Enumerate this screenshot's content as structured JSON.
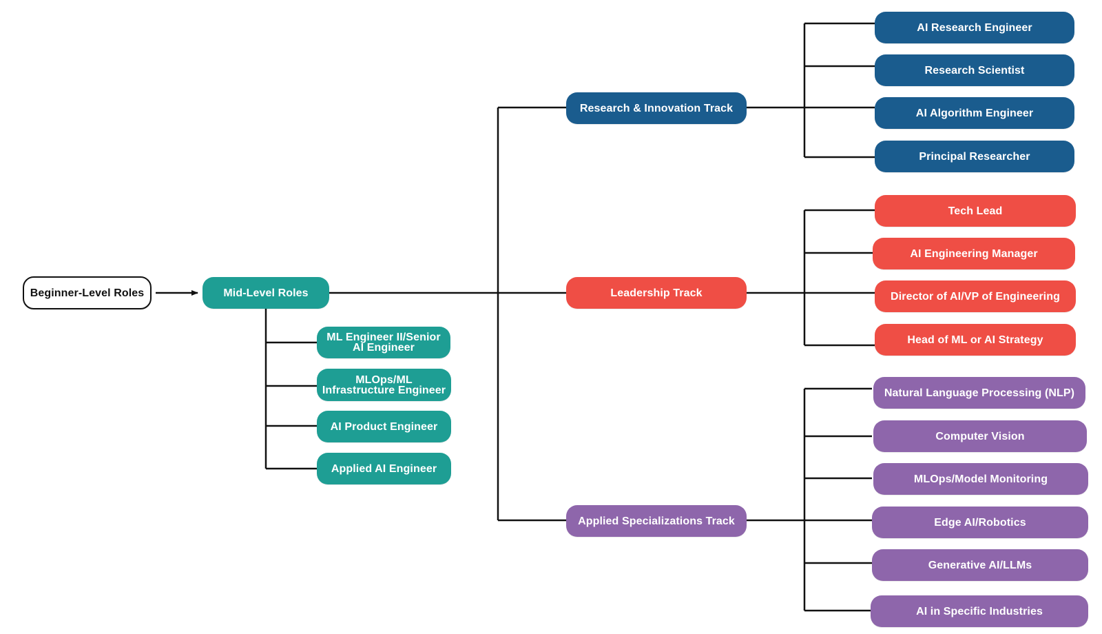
{
  "root": {
    "label": "Beginner-Level Roles"
  },
  "mid": {
    "label": "Mid-Level Roles",
    "children": [
      {
        "label": "ML Engineer II/Senior AI Engineer"
      },
      {
        "label": "MLOps/ML Infrastructure Engineer"
      },
      {
        "label": "AI Product Engineer"
      },
      {
        "label": "Applied AI Engineer"
      }
    ]
  },
  "tracks": [
    {
      "label": "Research & Innovation Track",
      "color": "#1a5c8e",
      "children": [
        {
          "label": "AI Research Engineer"
        },
        {
          "label": "Research Scientist"
        },
        {
          "label": "AI Algorithm Engineer"
        },
        {
          "label": "Principal Researcher"
        }
      ]
    },
    {
      "label": "Leadership Track",
      "color": "#ef4e45",
      "children": [
        {
          "label": "Tech Lead"
        },
        {
          "label": "AI Engineering Manager"
        },
        {
          "label": "Director of AI/VP of Engineering"
        },
        {
          "label": "Head of ML or AI Strategy"
        }
      ]
    },
    {
      "label": "Applied Specializations Track",
      "color": "#8e66ab",
      "children": [
        {
          "label": "Natural Language Processing (NLP)"
        },
        {
          "label": "Computer Vision"
        },
        {
          "label": "MLOps/Model Monitoring"
        },
        {
          "label": "Edge AI/Robotics"
        },
        {
          "label": "Generative AI/LLMs"
        },
        {
          "label": "AI in Specific Industries"
        }
      ]
    }
  ],
  "colors": {
    "mid": "#1e9e94",
    "line": "#111111"
  }
}
